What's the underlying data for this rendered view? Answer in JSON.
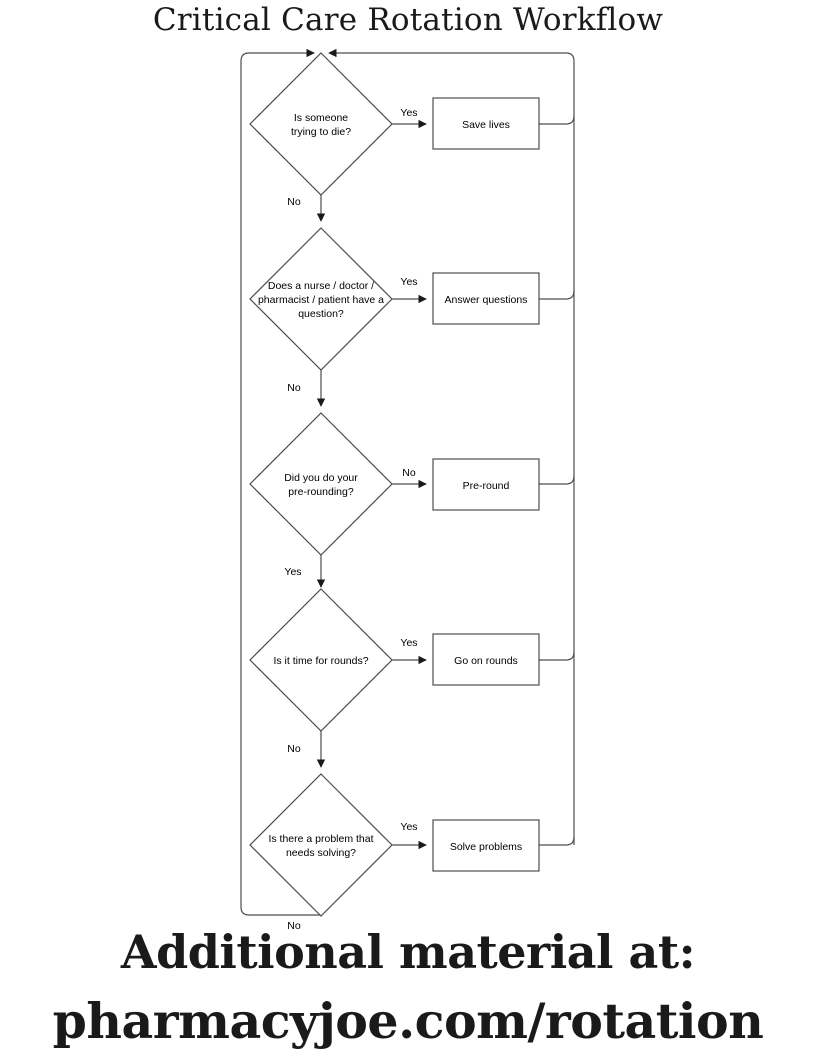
{
  "title": "Critical Care Rotation Workflow",
  "footer": {
    "line1": "Additional material at:",
    "line2": "pharmacyjoe.com/rotation"
  },
  "colors": {
    "stroke": "#4d4d4d",
    "text": "#000000",
    "background": "#ffffff",
    "heading": "#1a1a1a"
  },
  "chart_data": {
    "type": "diagram",
    "diagram_type": "flowchart",
    "title": "Critical Care Rotation Workflow",
    "orientation": "top-to-bottom with right-hand action branches and a loop back to start",
    "decisions": [
      {
        "id": "d1",
        "text": "Is someone trying to die?",
        "lines": [
          "Is someone",
          "trying to die?"
        ],
        "branch_label": "Yes",
        "fallthrough_label": "No",
        "action": "Save lives"
      },
      {
        "id": "d2",
        "text": "Does a nurse / doctor / pharmacist / patient have a question?",
        "lines": [
          "Does a nurse / doctor /",
          "pharmacist / patient have a",
          "question?"
        ],
        "branch_label": "Yes",
        "fallthrough_label": "No",
        "action": "Answer questions"
      },
      {
        "id": "d3",
        "text": "Did you do your pre-rounding?",
        "lines": [
          "Did you do your",
          "pre-rounding?"
        ],
        "branch_label": "No",
        "fallthrough_label": "Yes",
        "action": "Pre-round"
      },
      {
        "id": "d4",
        "text": "Is it time for rounds?",
        "lines": [
          "Is it time for rounds?"
        ],
        "branch_label": "Yes",
        "fallthrough_label": "No",
        "action": "Go on rounds"
      },
      {
        "id": "d5",
        "text": "Is there a problem that needs solving?",
        "lines": [
          "Is there a problem that",
          "needs solving?"
        ],
        "branch_label": "Yes",
        "fallthrough_label": "No",
        "action": "Solve problems"
      }
    ],
    "actions": [
      "Save lives",
      "Answer questions",
      "Pre-round",
      "Go on rounds",
      "Solve problems"
    ],
    "loops": [
      "Every action box returns along the right-hand trunk to the top of the first decision.",
      "The final 'No' returns along the left-hand trunk to the top of the first decision."
    ]
  },
  "nodes": {
    "d1": {
      "line1": "Is someone",
      "line2": "trying to die?"
    },
    "d2": {
      "line1": "Does a nurse / doctor /",
      "line2": "pharmacist / patient have a",
      "line3": "question?"
    },
    "d3": {
      "line1": "Did you do your",
      "line2": "pre-rounding?"
    },
    "d4": {
      "line1": "Is it time for rounds?"
    },
    "d5": {
      "line1": "Is there a problem that",
      "line2": "needs solving?"
    },
    "a1": {
      "label": "Save lives"
    },
    "a2": {
      "label": "Answer questions"
    },
    "a3": {
      "label": "Pre-round"
    },
    "a4": {
      "label": "Go on rounds"
    },
    "a5": {
      "label": "Solve problems"
    }
  },
  "edges": {
    "e1_yes": "Yes",
    "e1_no": "No",
    "e2_yes": "Yes",
    "e2_no": "No",
    "e3_no": "No",
    "e3_yes": "Yes",
    "e4_yes": "Yes",
    "e4_no": "No",
    "e5_yes": "Yes",
    "e5_no": "No"
  }
}
